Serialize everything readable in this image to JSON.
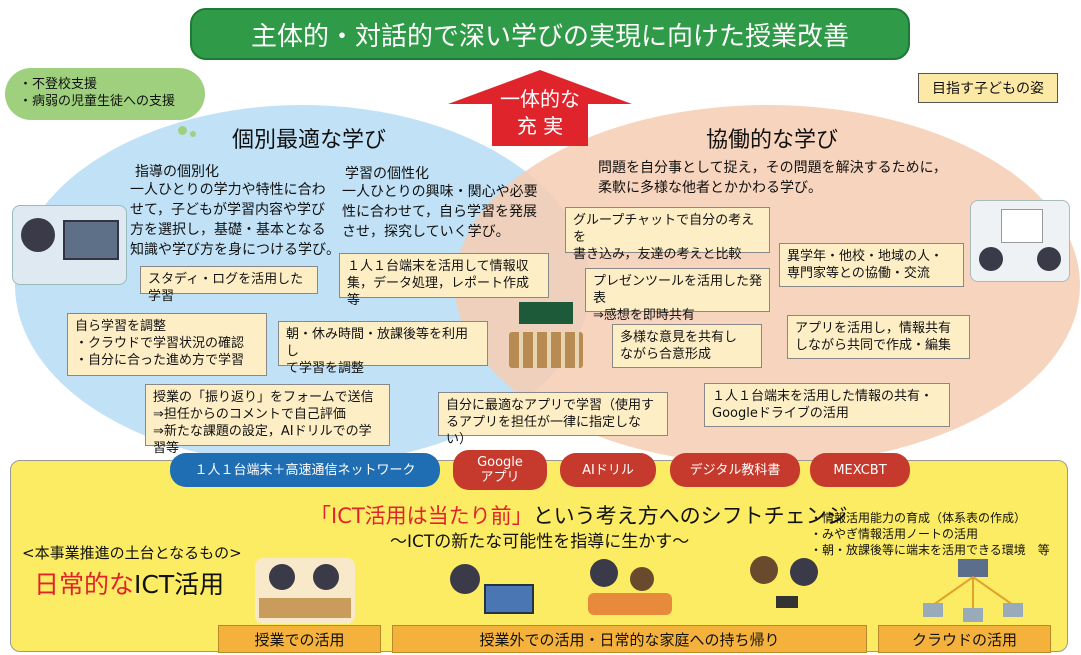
{
  "title": "主体的・対話的で深い学びの実現に向けた授業改善",
  "cloud_lines": [
    "・不登校支援",
    "・病弱の児童生徒への支援"
  ],
  "goal_label": "目指す子どもの姿",
  "arrow_lines": [
    "一体的な",
    "充 実"
  ],
  "left": {
    "heading": "個別最適な学び",
    "col1_head": "指導の個別化",
    "col1_lines": [
      "一人ひとりの学力や特性に合わ",
      "せて，子どもが学習内容や学び",
      "方を選択し，基礎・基本となる",
      "知識や学び方を身につける学び。"
    ],
    "col2_head": "学習の個性化",
    "col2_lines": [
      "一人ひとりの興味・関心や必要",
      "性に合わせて，自ら学習を発展",
      "させ，探究していく学び。"
    ]
  },
  "right": {
    "heading": "協働的な学び",
    "desc_lines": [
      "問題を自分事として捉え，その問題を解決するために，",
      "柔軟に多様な他者とかかわる学び。"
    ]
  },
  "notes": {
    "study_log": [
      "スタディ・ログを活用した学習"
    ],
    "one_device": [
      "１人１台端末を活用して情報収",
      "集，データ処理，レポート作成等"
    ],
    "self_adjust": [
      "自ら学習を調整",
      "・クラウドで学習状況の確認",
      "・自分に合った進め方で学習"
    ],
    "morning": [
      "朝・休み時間・放課後等を利用し",
      "て学習を調整"
    ],
    "furikaeri": [
      "授業の「振り返り」をフォームで送信",
      "⇒担任からのコメントで自己評価",
      "⇒新たな課題の設定，AIドリルでの学習等"
    ],
    "best_app": [
      "自分に最適なアプリで学習（使用す",
      "るアプリを担任が一律に指定しない）"
    ],
    "group_chat": [
      "グループチャットで自分の考えを",
      "書き込み，友達の考えと比較"
    ],
    "presentation": [
      "プレゼンツールを活用した発表",
      "⇒感想を即時共有"
    ],
    "consensus": [
      "多様な意見を共有し",
      "ながら合意形成"
    ],
    "other_schools": [
      "異学年・他校・地域の人・",
      "専門家等との協働・交流"
    ],
    "app_share": [
      "アプリを活用し，情報共有",
      "しながら共同で作成・編集"
    ],
    "google_drive": [
      "１人１台端末を活用した情報の共有・",
      "Googleドライブの活用"
    ]
  },
  "tech": {
    "network": "１人１台端末＋高速通信ネットワーク",
    "google_lines": [
      "Google",
      "アプリ"
    ],
    "ai_drill": "AIドリル",
    "textbook": "デジタル教科書",
    "mexcbt": "MEXCBT"
  },
  "bottom": {
    "shift_highlight": "「ICT活用は当たり前」",
    "shift_rest": "という考え方へのシフトチェンジ",
    "shift_sub": "～ICTの新たな可能性を指導に生かす～",
    "foundation": "<本事業推進の土台となるもの>",
    "daily_red": "日常的な",
    "daily_black": "ICT活用",
    "right_lines": [
      "・情報活用能力の育成（体系表の作成）",
      "・みやぎ情報活用ノートの活用",
      "・朝・放課後等に端末を活用できる環境　等"
    ],
    "bar_class": "授業での活用",
    "bar_outside": "授業外での活用・日常的な家庭への持ち帰り",
    "bar_cloud": "クラウドの活用"
  },
  "colors": {
    "title_green": "#2f9a47",
    "arrow_red": "#e0242c",
    "left_blue": "#b9def5",
    "right_peach": "#f6cdb1",
    "note_fill": "#fdeec6",
    "tech_red": "#c53a2c",
    "tech_blue": "#1f6db3",
    "bottom_yellow": "#fcec63",
    "bar_orange": "#f4b13c",
    "highlight_red": "#e0242c"
  }
}
